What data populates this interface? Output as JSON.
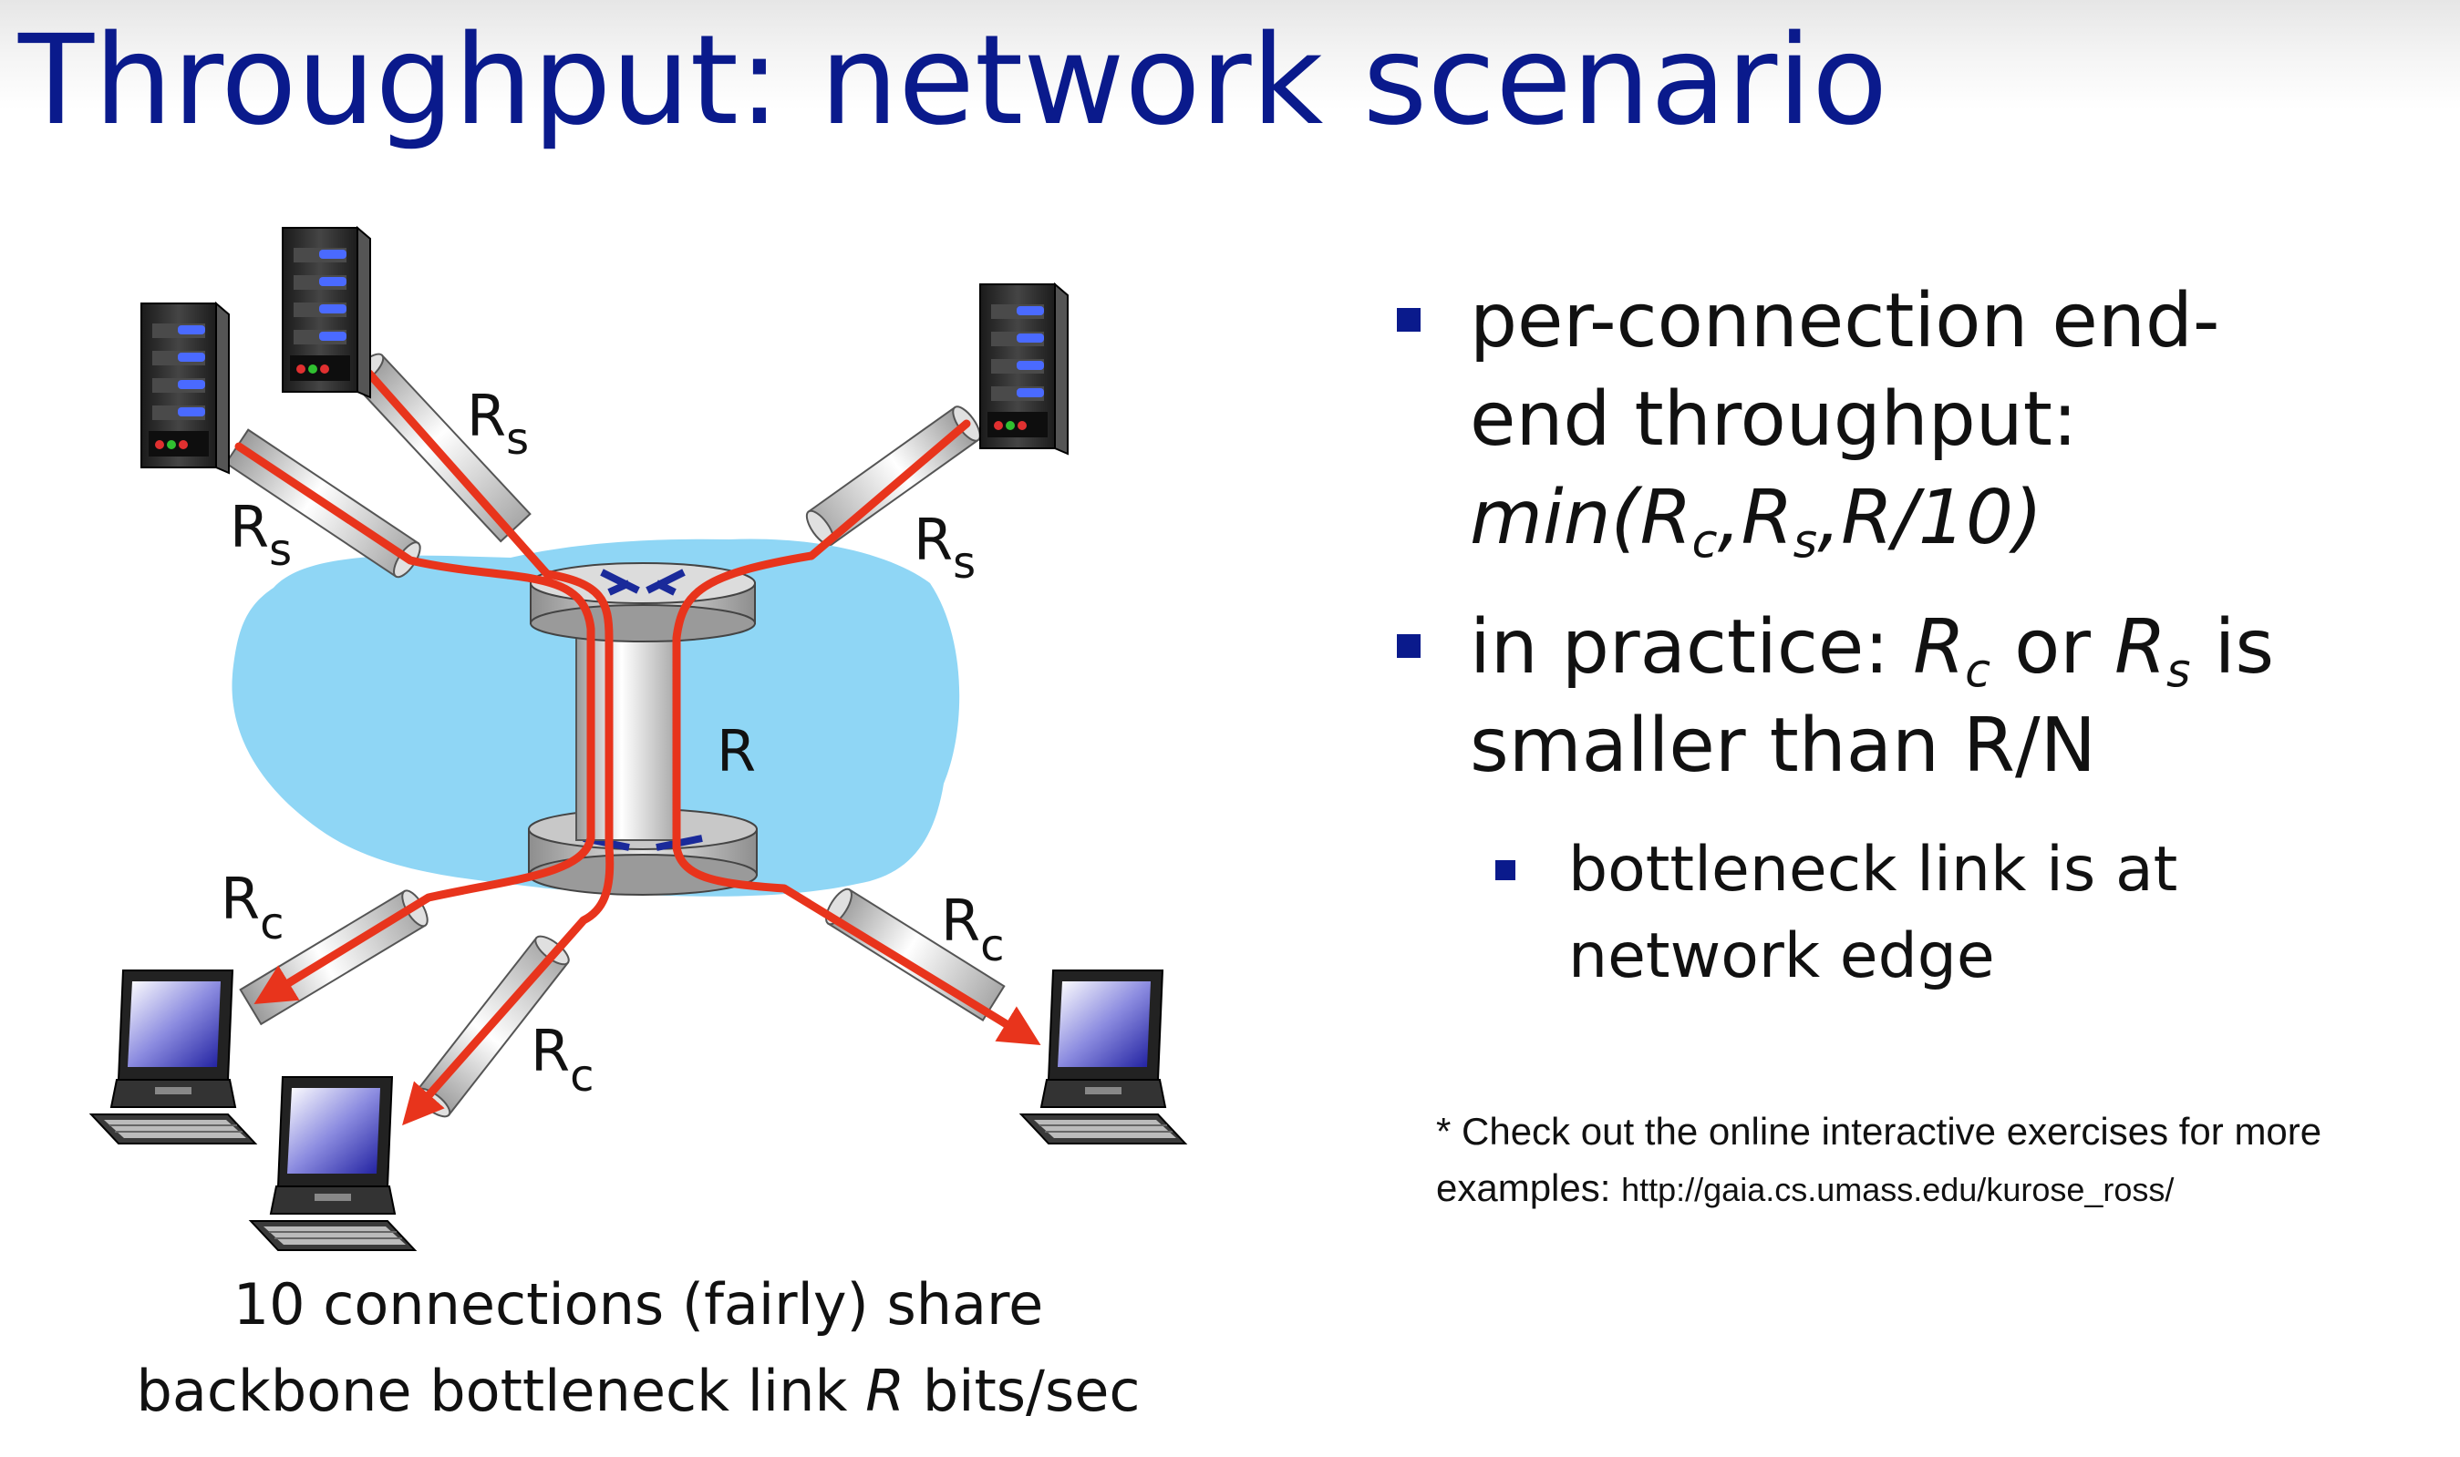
{
  "slide": {
    "title": "Throughput: network scenario"
  },
  "diagram": {
    "labels": {
      "rs_left": "R",
      "rs_left_sub": "s",
      "rs_top": "R",
      "rs_top_sub": "s",
      "rs_right": "R",
      "rs_right_sub": "s",
      "r_backbone": "R",
      "rc_left": "R",
      "rc_left_sub": "c",
      "rc_middle": "R",
      "rc_middle_sub": "c",
      "rc_right": "R",
      "rc_right_sub": "c"
    },
    "caption_line1": "10 connections (fairly) share",
    "caption_line2_prefix": "backbone bottleneck link ",
    "caption_line2_italic": "R",
    "caption_line2_suffix": " bits/sec"
  },
  "bullets": {
    "b1_line1": "per-connection end-",
    "b1_line2": "end throughput:",
    "b1_formula_part1": "min(R",
    "b1_formula_sub1": "c",
    "b1_formula_part2": ",R",
    "b1_formula_sub2": "s",
    "b1_formula_part3": ",R/10)",
    "b2_prefix": "in practice: ",
    "b2_rc": "R",
    "b2_rc_sub": "c",
    "b2_or": " or ",
    "b2_rs": "R",
    "b2_rs_sub": "s",
    "b2_suffix": " is",
    "b2_line2": "smaller than R/N",
    "sub_line1": "bottleneck link is at",
    "sub_line2": "network edge"
  },
  "footnote": {
    "line1": "* Check out the online interactive exercises for more",
    "line2_prefix": "examples: ",
    "url": "http://gaia.cs.umass.edu/kurose_ross/"
  },
  "colors": {
    "title": "#0a1a8c",
    "bullet": "#0a1a8c",
    "flow": "#e8341c",
    "cloud": "#8fd6f5"
  }
}
